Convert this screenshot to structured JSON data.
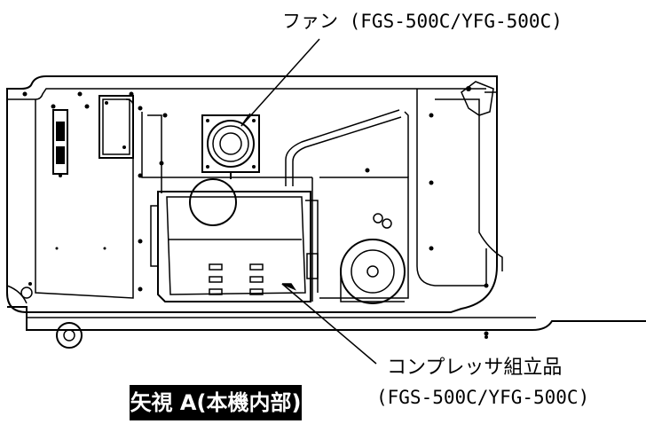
{
  "labels": {
    "fan": "ファン (FGS-500C/YFG-500C)",
    "compressor_line1": "コンプレッサ組立品",
    "compressor_line2": "(FGS-500C/YFG-500C)",
    "view_title": "矢視 A(本機内部)"
  }
}
